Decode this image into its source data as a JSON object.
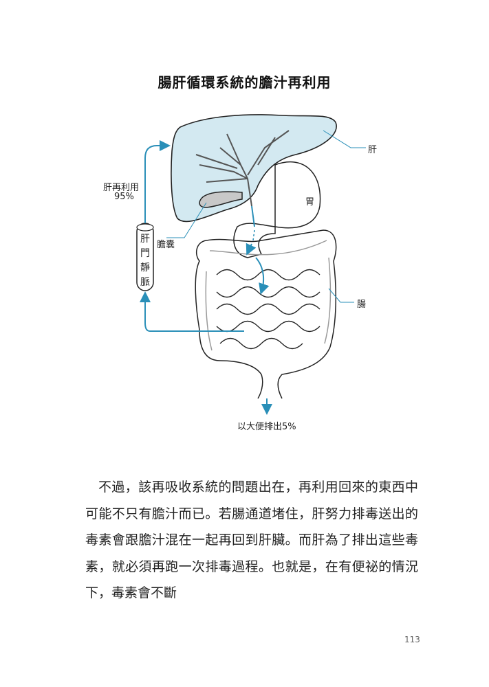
{
  "figure": {
    "title": "腸肝循環系統的膽汁再利用",
    "labels": {
      "liver": "肝",
      "stomach": "胃",
      "intestine": "腸",
      "gallbladder": "膽囊",
      "reuse": "肝再利用",
      "reuse_percent": "95%",
      "portal_vein": "肝門靜脈",
      "excreted": "以大便排出5%"
    },
    "colors": {
      "flow": "#2a8fb8",
      "liver_fill": "#d3e9f1",
      "gallbladder_fill": "#c8c8c8"
    }
  },
  "body_text": "不過，該再吸收系統的問題出在，再利用回來的東西中可能不只有膽汁而已。若腸通道堵住，肝努力排毒送出的毒素會跟膽汁混在一起再回到肝臟。而肝為了排出這些毒素，就必須再跑一次排毒過程。也就是，在有便祕的情況下，毒素會不斷",
  "page_number": "113"
}
